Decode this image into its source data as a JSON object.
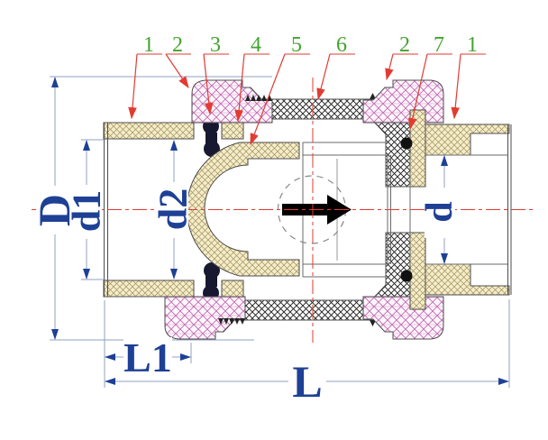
{
  "diagram": {
    "kind": "valve-cross-section-technical-drawing",
    "flow_direction": "right"
  },
  "callouts": [
    {
      "number": "1"
    },
    {
      "number": "2"
    },
    {
      "number": "3"
    },
    {
      "number": "4"
    },
    {
      "number": "5"
    },
    {
      "number": "6"
    },
    {
      "number": "2"
    },
    {
      "number": "7"
    },
    {
      "number": "1"
    }
  ],
  "dimensions": {
    "overall_diameter": "D",
    "left_bore": "d1",
    "seat_bore": "d2",
    "right_bore": "d",
    "socket_length": "L1",
    "overall_length": "L"
  },
  "colors": {
    "callout_green": "#42a42e",
    "leader_red": "#e23b32",
    "dimension_blue": "#1e4095",
    "centerline_red": "#e23b32",
    "body_hatch_fill": "#f4edca",
    "nut_hatch_line": "#c06ab2",
    "dark_hatch_line": "#1d1d1d"
  }
}
